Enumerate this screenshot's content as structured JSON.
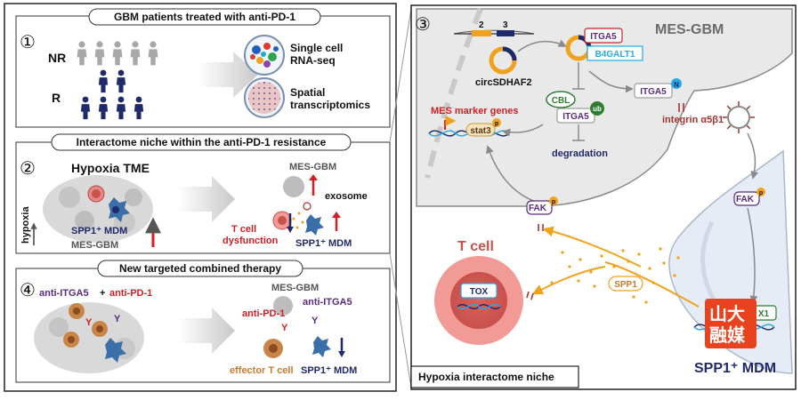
{
  "colors": {
    "red": "#d21f26",
    "navy": "#1f2a6b",
    "orange": "#f0a21c",
    "purple": "#5a2a82",
    "teal": "#2aa7d8",
    "green": "#2e7d32",
    "gray_person": "#a8a8a8",
    "cyan_box": "#27a9e1",
    "tcell_outer": "#f29a95",
    "tcell_inner": "#d9625d"
  },
  "left": {
    "panel1": {
      "number": "①",
      "title": "GBM patients treated with anti-PD-1",
      "nr_label": "NR",
      "r_label": "R",
      "scrna_label": "Single cell\nRNA-seq",
      "spatial_label": "Spatial\ntranscriptomics"
    },
    "panel2": {
      "number": "②",
      "title": "Interactome niche within the anti-PD-1 resistance",
      "hypoxia_tme": "Hypoxia TME",
      "spp1_mdm": "SPP1⁺ MDM",
      "mes_gbm_left": "MES-GBM",
      "hypoxia_axis": "hypoxia",
      "mes_gbm_right": "MES-GBM",
      "exosome": "exosome",
      "tcell_dysfunction": "T cell\ndysfunction",
      "spp1_mdm_right": "SPP1⁺ MDM"
    },
    "panel4": {
      "number": "④",
      "title": "New targeted combined therapy",
      "anti_itga5": "anti-ITGA5",
      "plus": "+",
      "anti_pd1": "anti-PD-1",
      "mes_gbm": "MES-GBM",
      "anti_pd1_right": "anti-PD-1",
      "anti_itga5_right": "anti-ITGA5",
      "effector_t": "effector T cell",
      "spp1_mdm": "SPP1⁺ MDM"
    }
  },
  "right": {
    "number": "③",
    "mes_gbm_title": "MES-GBM",
    "exon2": "2",
    "exon3": "3",
    "circ_label": "circSDHAF2",
    "itga5_box": "ITGA5",
    "b4galt1_box": "B4GALT1",
    "cbl": "CBL",
    "itga5_ub": "ITGA5",
    "ub": "ub",
    "degradation": "degradation",
    "itga5_membrane": "ITGA5",
    "n_label": "N",
    "integrin": "integrin α5β1",
    "mes_marker": "MES marker genes",
    "stat3": "stat3",
    "p_label": "p",
    "fak_left": "FAK",
    "fak_right": "FAK",
    "tcell_title": "T cell",
    "tox": "TOX",
    "spp1": "SPP1",
    "mdm_gene_partial": "X1",
    "spp1_mdm": "SPP1⁺ MDM",
    "niche_label": "Hypoxia interactome  niche",
    "watermark": "山大融媒"
  }
}
